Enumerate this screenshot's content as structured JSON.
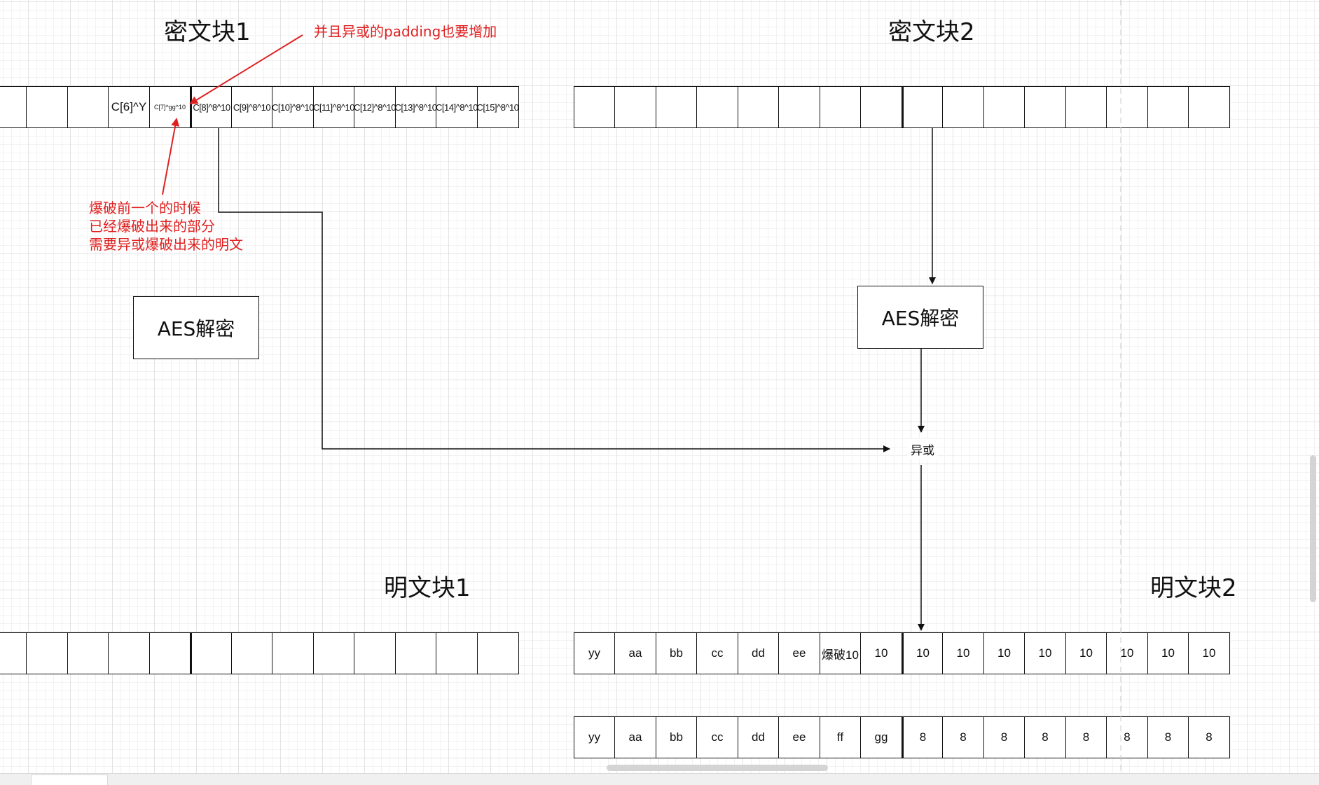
{
  "titles": {
    "cipher1": "密文块1",
    "cipher2": "密文块2",
    "plain1": "明文块1",
    "plain2": "明文块2"
  },
  "cipher_block_1": [
    "",
    "",
    "",
    "C[6]^Y",
    "C[7]^gg^10",
    "C[8]^8^10",
    "C[9]^8^10",
    "C[10]^8^10",
    "C[11]^8^10",
    "C[12]^8^10",
    "C[13]^8^10",
    "C[14]^8^10",
    "C[15]^8^10"
  ],
  "cipher_block_2": [
    "",
    "",
    "",
    "",
    "",
    "",
    "",
    "",
    "",
    "",
    "",
    "",
    "",
    "",
    "",
    ""
  ],
  "plain_block_1": [
    "",
    "",
    "",
    "",
    "",
    "",
    "",
    "",
    "",
    "",
    "",
    "",
    ""
  ],
  "plain_block_2": [
    "yy",
    "aa",
    "bb",
    "cc",
    "dd",
    "ee",
    "爆破10",
    "10",
    "10",
    "10",
    "10",
    "10",
    "10",
    "10",
    "10",
    "10"
  ],
  "plain_block_2_row2": [
    "yy",
    "aa",
    "bb",
    "cc",
    "dd",
    "ee",
    "ff",
    "gg",
    "8",
    "8",
    "8",
    "8",
    "8",
    "8",
    "8",
    "8"
  ],
  "boxes": {
    "aes1": "AES解密",
    "aes2": "AES解密"
  },
  "xor_label": "异或",
  "annotations": {
    "padding_note": "并且异或的padding也要增加",
    "brute_note": "爆破前一个的时候\n已经爆破出来的部分\n需要异或爆破出来的明文"
  },
  "colors": {
    "annotation": "#e02020",
    "line": "#111111"
  }
}
